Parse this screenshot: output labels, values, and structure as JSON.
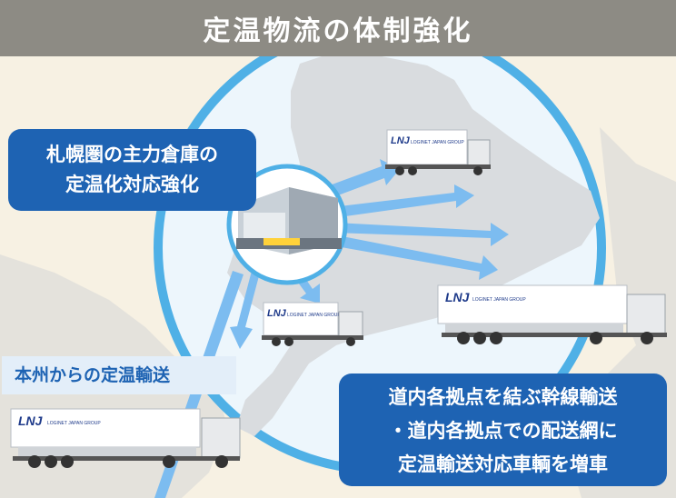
{
  "title": "定温物流の体制強化",
  "sapporo_box": {
    "line1": "札幌圏の主力倉庫の",
    "line2": "定温化対応強化"
  },
  "honshu_label": "本州からの定温輸送",
  "trunk_box": {
    "line1": "道内各拠点を結ぶ幹線輸送",
    "line2": "・道内各拠点での配送網に",
    "line3": "定温輸送対応車輌を増車"
  },
  "truck_brand": "LNJ",
  "truck_brand_sub": "LOGINET JAPAN GROUP",
  "colors": {
    "title_bar": "#8d8b84",
    "map_background": "#f7f1e3",
    "land": "#d9dcdf",
    "circle_ring": "#4fb0e6",
    "arrow": "#7cbcf0",
    "box_blue": "#1e63b3",
    "label_bg": "#e3eef9"
  },
  "icons": [
    "warehouse-icon",
    "truck-icon",
    "arrow-icon"
  ]
}
